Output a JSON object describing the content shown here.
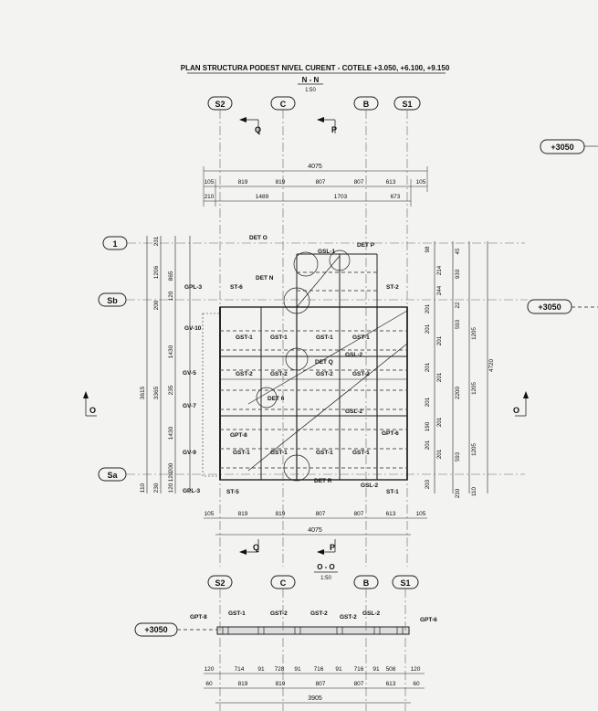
{
  "titles": {
    "main": "PLAN STRUCTURA PODEST NIVEL CURENT - COTELE +3.050, +6.100, +9.150",
    "plan_section": "N - N",
    "plan_scale": "1:50",
    "section_title": "O - O",
    "section_scale": "1:50"
  },
  "axes_top": [
    "S2",
    "C",
    "B",
    "S1"
  ],
  "axes_left": [
    "1",
    "Sb",
    "Sa"
  ],
  "section_markers": {
    "q": "Q",
    "p": "P",
    "o": "O"
  },
  "levels": {
    "right_upper": "+3050",
    "right_mid": "+3050",
    "section": "+3050"
  },
  "dims": {
    "top_total": "4075",
    "top_row": [
      "105",
      "819",
      "819",
      "807",
      "807",
      "613",
      "105"
    ],
    "top_row2": [
      "210",
      "1489",
      "1703",
      "673"
    ],
    "bottom_row": [
      "105",
      "819",
      "819",
      "807",
      "807",
      "613",
      "105"
    ],
    "bottom_total": "4075",
    "left_outer": [
      "3615"
    ],
    "left_mid": [
      "1206",
      "3365"
    ],
    "left_inner": [
      "865",
      "1430",
      "1430"
    ],
    "left_small": [
      "231",
      "120",
      "200",
      "235",
      "120",
      "200",
      "110",
      "230",
      "120"
    ],
    "right_inner": [
      "98",
      "214",
      "244",
      "201",
      "201",
      "201",
      "201",
      "201",
      "201",
      "190",
      "201",
      "201",
      "201",
      "203"
    ],
    "right_mid": [
      "45",
      "930",
      "22",
      "593",
      "2200",
      "593",
      "230"
    ],
    "right_outer": [
      "1205",
      "1205",
      "1205",
      "110"
    ],
    "right_total": "4720",
    "section_row1": [
      "120",
      "714",
      "91",
      "728",
      "91",
      "716",
      "91",
      "716",
      "91",
      "508",
      "120"
    ],
    "section_row2": [
      "60",
      "819",
      "819",
      "807",
      "807",
      "613",
      "60"
    ],
    "section_total": "3905"
  },
  "plan_labels": {
    "det_o": "DET O",
    "det_p": "DET P",
    "det_n": "DET N",
    "det_q": "DET Q",
    "det_6": "DET 6",
    "det_r": "DET R",
    "gsl1": "GSL-1",
    "gsl2a": "GSL-2",
    "gsl2b": "GSL-2",
    "gsl2c": "GSL-2",
    "gpl3a": "GPL-3",
    "gpl3b": "GPL-3",
    "st6": "ST-6",
    "st2": "ST-2",
    "st5": "ST-5",
    "st1": "ST-1",
    "gv10": "GV-10",
    "gv5": "GV-5",
    "gv7": "GV-7",
    "gv9": "GV-9",
    "gst_rows": [
      [
        "GST-1",
        "GST-1",
        "GST-1",
        "GST-1"
      ],
      [
        "GST-2",
        "GST-2",
        "GST-2",
        "GST-2"
      ],
      [
        "GST-1",
        "GST-1",
        "GST-1",
        "GST-1"
      ]
    ],
    "gpt8": "GPT-8",
    "gpt6": "GPT-6"
  },
  "section_labels": [
    "GPT-8",
    "GST-1",
    "GST-2",
    "GST-2",
    "GST-2",
    "GSL-2",
    "GPT-6"
  ]
}
